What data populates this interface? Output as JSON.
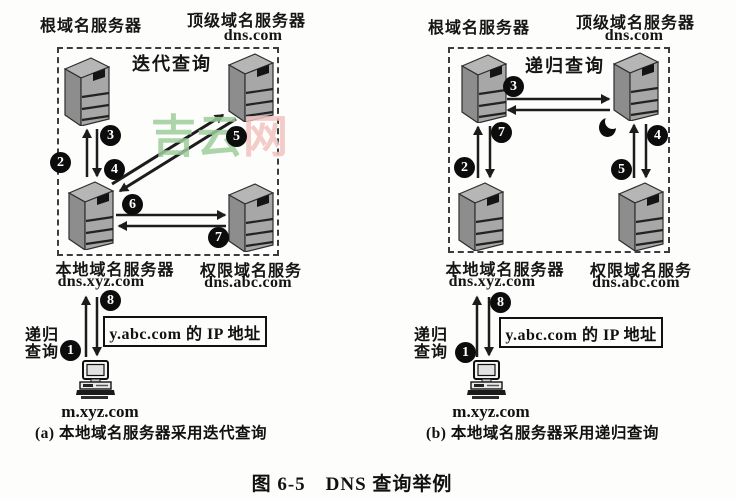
{
  "figure_caption": "图 6-5　DNS 查询举例",
  "watermark": {
    "char1": "吉",
    "char2": "云",
    "char3": "网",
    "green": "#9ecd9b",
    "pink": "#f2c3c0"
  },
  "colors": {
    "ink": "#151515",
    "badge_bg": "#0c0c0c",
    "server_gray": "#a7a7a7"
  },
  "panels": {
    "a": {
      "root_server_label": "根域名服务器",
      "tld_server_label": "顶级域名服务器",
      "tld_domain": "dns.com",
      "query_mode": "迭代查询",
      "local_server_label": "本地域名服务器",
      "local_domain": "dns.xyz.com",
      "auth_server_label": "权限域名服务",
      "auth_domain": "dns.abc.com",
      "host_query_line1": "递归",
      "host_query_line2": "查询",
      "ip_result": "y.abc.com 的 IP 地址",
      "host_domain": "m.xyz.com",
      "caption": "(a) 本地域名服务器采用迭代查询",
      "steps": {
        "1": "1",
        "2": "2",
        "3": "3",
        "4": "4",
        "5": "5",
        "6": "6",
        "7": "7",
        "8": "8"
      }
    },
    "b": {
      "root_server_label": "根域名服务器",
      "tld_server_label": "顶级域名服务器",
      "tld_domain": "dns.com",
      "query_mode": "递归查询",
      "local_server_label": "本地域名服务器",
      "local_domain": "dns.xyz.com",
      "auth_server_label": "权限域名服务",
      "auth_domain": "dns.abc.com",
      "host_query_line1": "递归",
      "host_query_line2": "查询",
      "ip_result": "y.abc.com 的 IP 地址",
      "host_domain": "m.xyz.com",
      "caption": "(b) 本地域名服务器采用递归查询",
      "steps": {
        "1": "1",
        "2": "2",
        "3": "3",
        "4": "4",
        "5": "5",
        "7": "7",
        "8": "8"
      },
      "step6_icon": "crescent-badge"
    }
  }
}
